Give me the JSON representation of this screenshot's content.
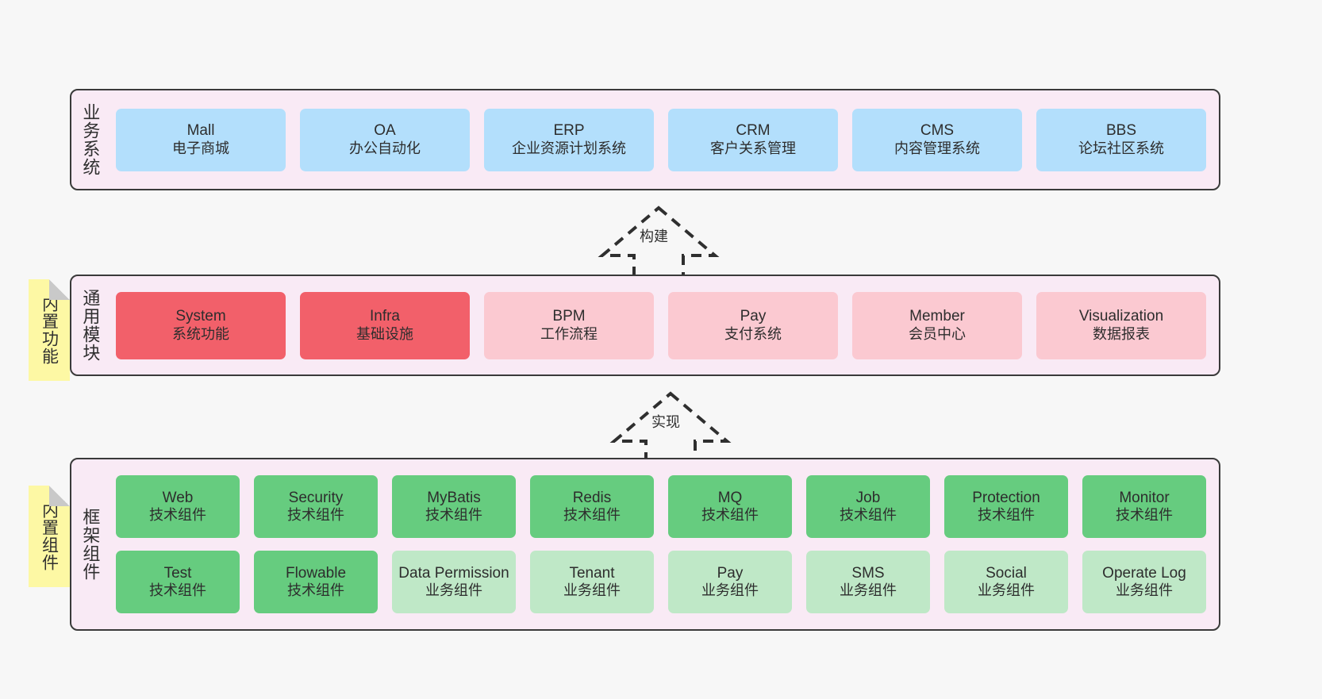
{
  "diagram": {
    "title": "ruoyi-vue-pro architecture layers",
    "background": "#f7f7f7",
    "colors": {
      "band_fill": "#f9eaf5",
      "band_border": "#3a3a3a",
      "note_fill": "#fdf8a4",
      "business": "#b3dffc",
      "module_core": "#f2606a",
      "module_optional": "#fbc9d1",
      "component_tech": "#66cc7f",
      "component_biz": "#bfe8c7"
    }
  },
  "layers": [
    {
      "id": "business",
      "title": "业务系统",
      "rows": [
        {
          "cards": [
            {
              "title": "Mall",
              "subtitle": "电子商城",
              "color": "c-blue"
            },
            {
              "title": "OA",
              "subtitle": "办公自动化",
              "color": "c-blue"
            },
            {
              "title": "ERP",
              "subtitle": "企业资源计划系统",
              "color": "c-blue"
            },
            {
              "title": "CRM",
              "subtitle": "客户关系管理",
              "color": "c-blue"
            },
            {
              "title": "CMS",
              "subtitle": "内容管理系统",
              "color": "c-blue"
            },
            {
              "title": "BBS",
              "subtitle": "论坛社区系统",
              "color": "c-blue"
            }
          ]
        }
      ]
    },
    {
      "id": "modules",
      "title": "通用模块",
      "note": "内置功能",
      "rows": [
        {
          "cards": [
            {
              "title": "System",
              "subtitle": "系统功能",
              "color": "c-red"
            },
            {
              "title": "Infra",
              "subtitle": "基础设施",
              "color": "c-red"
            },
            {
              "title": "BPM",
              "subtitle": "工作流程",
              "color": "c-pink"
            },
            {
              "title": "Pay",
              "subtitle": "支付系统",
              "color": "c-pink"
            },
            {
              "title": "Member",
              "subtitle": "会员中心",
              "color": "c-pink"
            },
            {
              "title": "Visualization",
              "subtitle": "数据报表",
              "color": "c-pink"
            }
          ]
        }
      ]
    },
    {
      "id": "framework",
      "title": "框架组件",
      "note": "内置组件",
      "rows": [
        {
          "cards": [
            {
              "title": "Web",
              "subtitle": "技术组件",
              "color": "c-green"
            },
            {
              "title": "Security",
              "subtitle": "技术组件",
              "color": "c-green"
            },
            {
              "title": "MyBatis",
              "subtitle": "技术组件",
              "color": "c-green"
            },
            {
              "title": "Redis",
              "subtitle": "技术组件",
              "color": "c-green"
            },
            {
              "title": "MQ",
              "subtitle": "技术组件",
              "color": "c-green"
            },
            {
              "title": "Job",
              "subtitle": "技术组件",
              "color": "c-green"
            },
            {
              "title": "Protection",
              "subtitle": "技术组件",
              "color": "c-green"
            },
            {
              "title": "Monitor",
              "subtitle": "技术组件",
              "color": "c-green"
            }
          ]
        },
        {
          "cards": [
            {
              "title": "Test",
              "subtitle": "技术组件",
              "color": "c-green"
            },
            {
              "title": "Flowable",
              "subtitle": "技术组件",
              "color": "c-green"
            },
            {
              "title": "Data Permission",
              "subtitle": "业务组件",
              "color": "c-lightgreen"
            },
            {
              "title": "Tenant",
              "subtitle": "业务组件",
              "color": "c-lightgreen"
            },
            {
              "title": "Pay",
              "subtitle": "业务组件",
              "color": "c-lightgreen"
            },
            {
              "title": "SMS",
              "subtitle": "业务组件",
              "color": "c-lightgreen"
            },
            {
              "title": "Social",
              "subtitle": "业务组件",
              "color": "c-lightgreen"
            },
            {
              "title": "Operate Log",
              "subtitle": "业务组件",
              "color": "c-lightgreen"
            }
          ]
        }
      ]
    }
  ],
  "relations": [
    {
      "id": "build",
      "label": "构建",
      "from": "modules",
      "to": "business"
    },
    {
      "id": "implement",
      "label": "实现",
      "from": "framework",
      "to": "modules"
    }
  ]
}
